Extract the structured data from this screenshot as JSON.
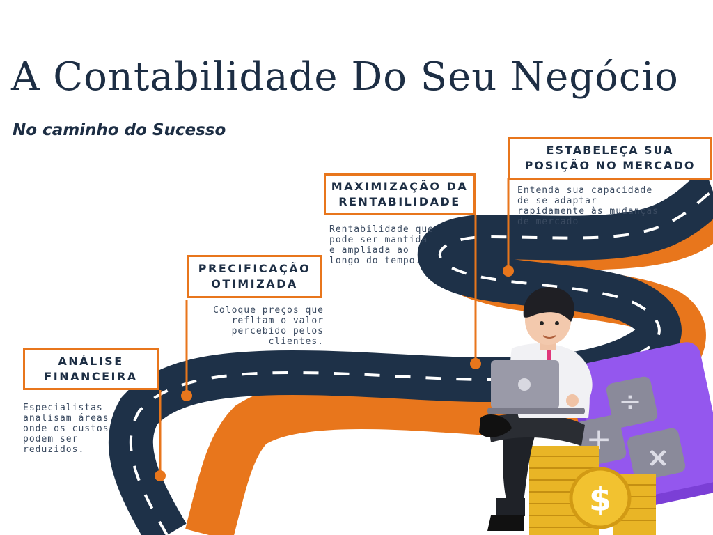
{
  "header": {
    "title": "A Contabilidade Do Seu Negócio",
    "subtitle": "No caminho do Sucesso"
  },
  "steps": [
    {
      "title": "ANÁLISE\nFINANCEIRA",
      "description": "Especialistas\nanalisam áreas\nonde os custos\npodem ser\nreduzidos."
    },
    {
      "title": "PRECIFICAÇÃO\nOTIMIZADA",
      "description": "Coloque preços que\nrefltam o valor\npercebido pelos\nclientes."
    },
    {
      "title": "MAXIMIZAÇÃO DA\nRENTABILIDADE",
      "description": "Rentabilidade que\npode ser mantida\ne ampliada ao\nlongo do tempo."
    },
    {
      "title": "ESTABELEÇA SUA\nPOSIÇÃO NO MERCADO",
      "description": "Entenda sua capacidade\nde se adaptar\nrapidamente às mudanças\nde mercado"
    }
  ],
  "colors": {
    "accent": "#e8761c",
    "road": "#1e3148",
    "title": "#1d2e44",
    "calculator": "#8a4be0",
    "coin": "#f2c230"
  },
  "illustration": {
    "subject": "person-with-laptop-on-coins",
    "calculator_symbols": [
      "+",
      "×",
      "÷"
    ],
    "coin_symbol": "$"
  }
}
